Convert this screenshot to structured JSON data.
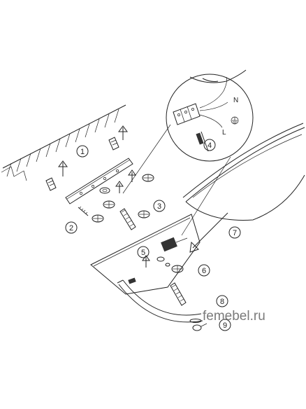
{
  "callouts": [
    "1",
    "2",
    "3",
    "4",
    "5",
    "6",
    "7",
    "8",
    "9"
  ],
  "wiring": {
    "neutral": "N",
    "live": "L"
  },
  "watermark": "femebel.ru"
}
